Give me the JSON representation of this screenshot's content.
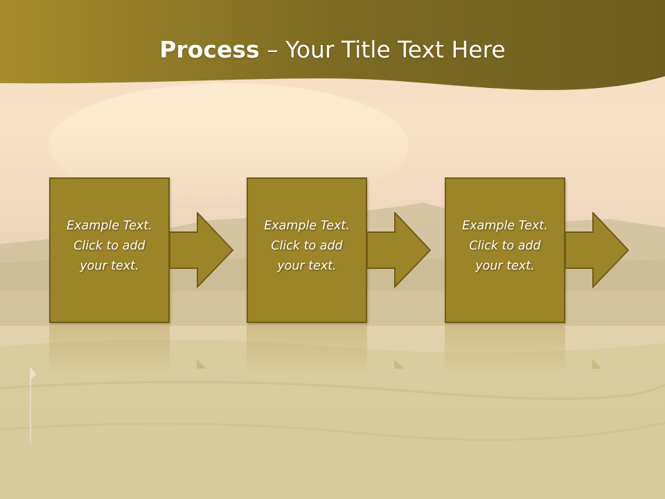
{
  "title": {
    "bold": "Process",
    "rest": " – Your Title Text Here"
  },
  "steps": [
    {
      "line1": "Example Text.",
      "line2": "Click  to add",
      "line3": "your text."
    },
    {
      "line1": "Example Text.",
      "line2": "Click  to add",
      "line3": "your text."
    },
    {
      "line1": "Example Text.",
      "line2": "Click  to add",
      "line3": "your text."
    }
  ],
  "colors": {
    "header_band": "#8c7624",
    "box_fill": "#9c8428",
    "box_border": "#6f5c16",
    "sky_top": "#f6dcc0",
    "ground": "#d8cfa0"
  }
}
